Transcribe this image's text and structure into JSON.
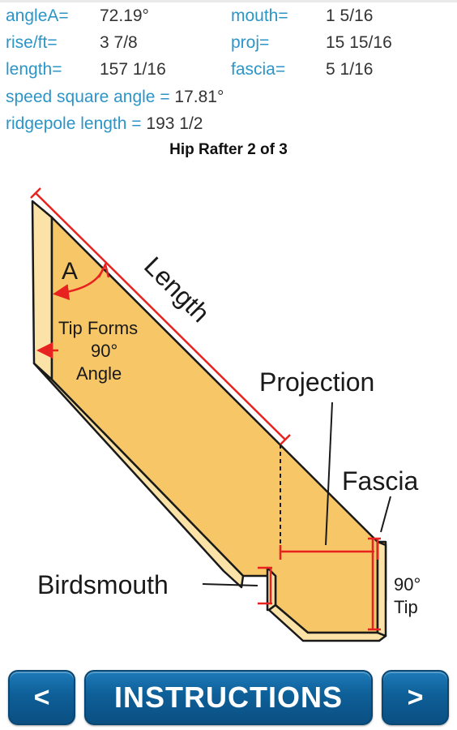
{
  "results": {
    "angleA": {
      "label": "angleA=",
      "value": "72.19°"
    },
    "rise_ft": {
      "label": "rise/ft=",
      "value": "3 7/8"
    },
    "length": {
      "label": "length=",
      "value": "157 1/16"
    },
    "mouth": {
      "label": "mouth=",
      "value": "1 5/16"
    },
    "proj": {
      "label": "proj=",
      "value": "15 15/16"
    },
    "fascia": {
      "label": "fascia=",
      "value": "5 1/16"
    },
    "speed_square": {
      "label": "speed square angle = ",
      "value": "17.81°"
    },
    "ridgepole": {
      "label": "ridgepole length = ",
      "value": "193 1/2"
    }
  },
  "page_title": "Hip Rafter 2 of 3",
  "diagram": {
    "angle_marker": "A",
    "length_label": "Length",
    "tip_line1": "Tip Forms",
    "tip_line2": "90°",
    "tip_line3": "Angle",
    "projection_label": "Projection",
    "fascia_label": "Fascia",
    "birdsmouth_label": "Birdsmouth",
    "tip90_line1": "90°",
    "tip90_line2": "Tip",
    "colors": {
      "wood_face": "#f6c667",
      "wood_edge": "#fbe3a8",
      "outline": "#1a1a1a",
      "measure": "#e8231f"
    }
  },
  "nav": {
    "prev_label": "<",
    "instructions_label": "INSTRUCTIONS",
    "next_label": ">"
  }
}
